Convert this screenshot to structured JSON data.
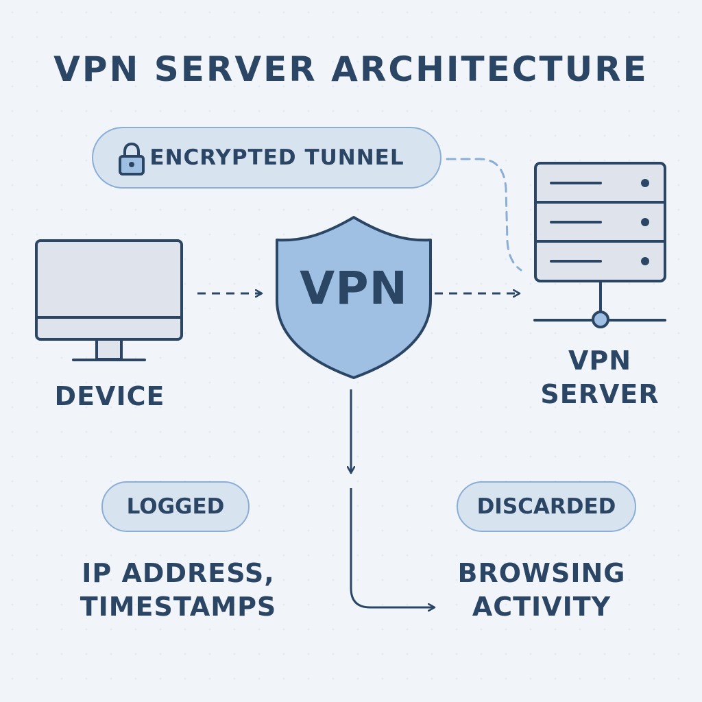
{
  "title": "VPN SERVER ARCHITECTURE",
  "tunnel": {
    "label": "ENCRYPTED TUNNEL",
    "icon": "lock-icon"
  },
  "device": {
    "label": "DEVICE",
    "icon": "monitor-icon"
  },
  "shield": {
    "label": "VPN",
    "icon": "shield-icon"
  },
  "server": {
    "label_lines": [
      "VPN",
      "SERVER"
    ],
    "icon": "server-rack-icon"
  },
  "logged": {
    "badge": "LOGGED",
    "items_lines": [
      "IP ADDRESS,",
      "TIMESTAMPS"
    ]
  },
  "discarded": {
    "badge": "DISCARDED",
    "items_lines": [
      "BROWSING",
      "ACTIVITY"
    ]
  },
  "colors": {
    "background": "#f1f5fa",
    "ink": "#2b4564",
    "accent_fill": "#9fbfe3",
    "pill_fill": "#d8e3f0",
    "pill_border": "#8aaed6",
    "device_fill": "#dfe4ec"
  }
}
